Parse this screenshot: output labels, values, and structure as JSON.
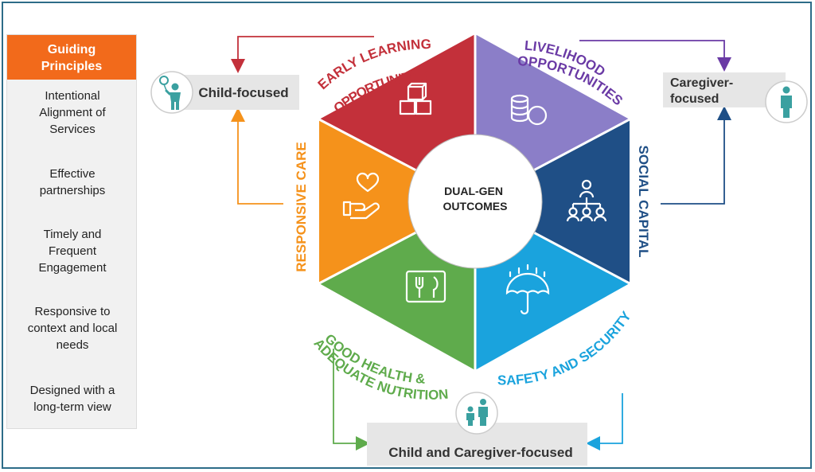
{
  "guiding_principles": {
    "title": "Guiding\nPrinciples",
    "items": [
      "Intentional\nAlignment of\nServices",
      "Effective\npartnerships",
      "Timely and\nFrequent\nEngagement",
      "Responsive to\ncontext and local\nneeds",
      "Designed with a\nlong-term view"
    ]
  },
  "center": {
    "label": "DUAL-GEN\nOUTCOMES"
  },
  "segments": [
    {
      "id": "early-learning",
      "label": "EARLY LEARNING\nOPPORTUNITIES",
      "color": "#c3303a",
      "text_color": "#c3303a",
      "icon": "blocks-icon"
    },
    {
      "id": "livelihood",
      "label": "LIVELIHOOD\nOPPORTUNITIES",
      "color": "#8b7ec8",
      "text_color": "#6a3aa5",
      "icon": "coins-icon"
    },
    {
      "id": "social-capital",
      "label": "SOCIAL CAPITAL",
      "color": "#1f4f86",
      "text_color": "#1f4f86",
      "icon": "people-network-icon"
    },
    {
      "id": "safety-security",
      "label": "SAFETY AND SECURITY",
      "color": "#1aa3dd",
      "text_color": "#1aa3dd",
      "icon": "umbrella-icon"
    },
    {
      "id": "good-health",
      "label": "GOOD HEALTH &\nADEQUATE NUTRITION",
      "color": "#5fab4c",
      "text_color": "#5fab4c",
      "icon": "fork-knife-icon"
    },
    {
      "id": "responsive-care",
      "label": "RESPONSIVE CARE",
      "color": "#f5921b",
      "text_color": "#f5921b",
      "icon": "heart-hand-icon"
    }
  ],
  "focus_boxes": {
    "child": {
      "label": "Child-focused",
      "icon": "child-balloon-icon"
    },
    "caregiver": {
      "label": "Caregiver-\nfocused",
      "icon": "adult-person-icon"
    },
    "both": {
      "label": "Child and Caregiver-focused",
      "icon": "adult-child-icon"
    }
  }
}
